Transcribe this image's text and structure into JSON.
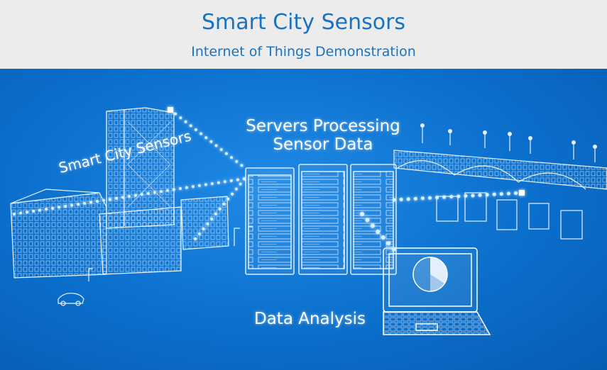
{
  "header": {
    "title": "Smart City Sensors",
    "subtitle": "Internet of Things Demonstration"
  },
  "scene": {
    "label_sensors": "Smart City Sensors",
    "label_servers_line1": "Servers Processing",
    "label_servers_line2": "Sensor Data",
    "label_analysis": "Data Analysis"
  },
  "colors": {
    "header_bg": "#ececec",
    "title_text": "#1a72c0",
    "scene_bg": "#0a6dc9",
    "line_art": "#ffffff"
  }
}
